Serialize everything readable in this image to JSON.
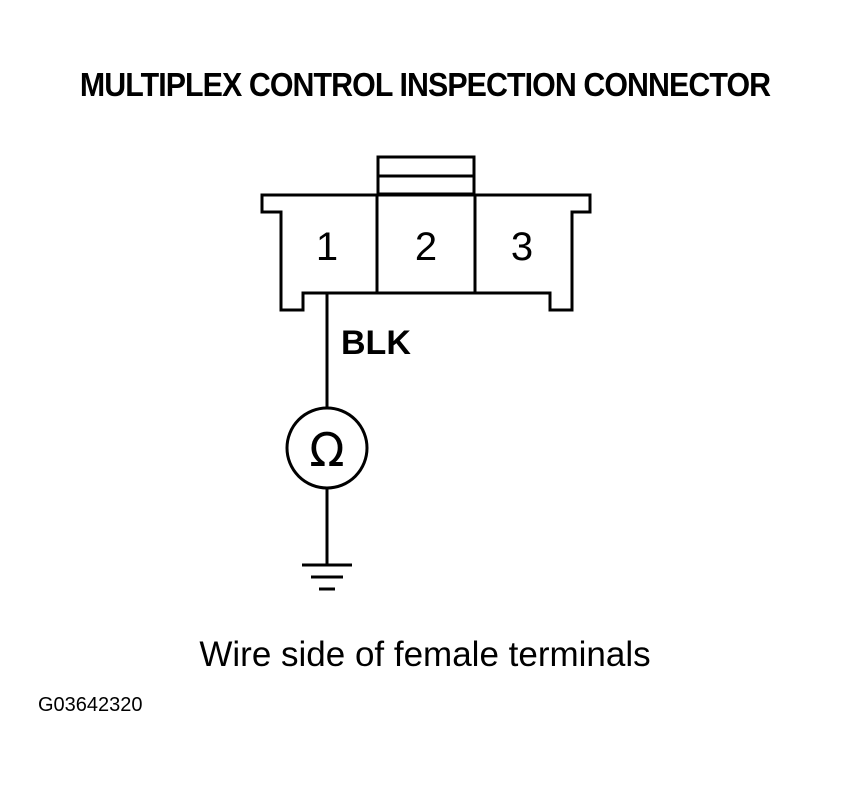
{
  "title": "MULTIPLEX CONTROL INSPECTION CONNECTOR",
  "connector": {
    "terminals": [
      "1",
      "2",
      "3"
    ]
  },
  "wire": {
    "color_label": "BLK"
  },
  "meter": {
    "symbol": "Ω",
    "icon": "ohmmeter-icon"
  },
  "ground": {
    "icon": "ground-icon"
  },
  "caption": "Wire side of female terminals",
  "figure_id": "G03642320"
}
